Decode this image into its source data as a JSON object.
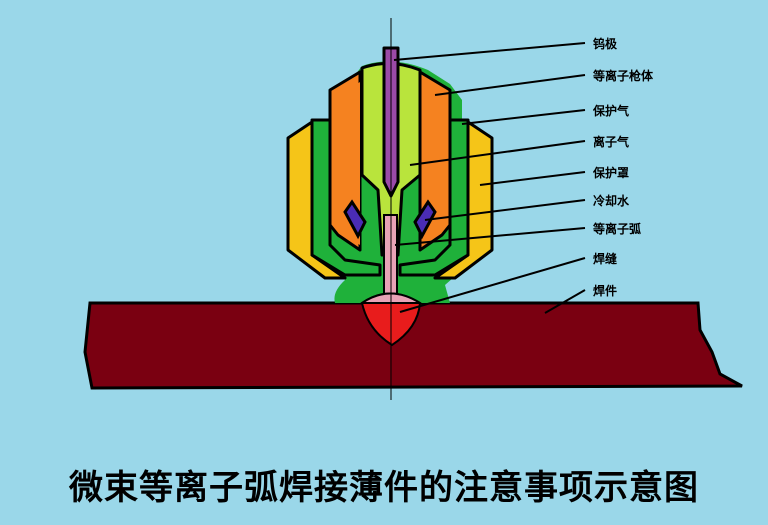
{
  "labels": {
    "tungsten": "钨极",
    "torch_body": "等离子枪体",
    "shield_gas": "保护气",
    "plasma_gas": "离子气",
    "shield_cover": "保护罩",
    "cooling_water": "冷却水",
    "plasma_arc": "等离子弧",
    "weld_seam": "焊缝",
    "workpiece": "焊件"
  },
  "caption": "微束等离子弧焊接薄件的注意事项示意图",
  "colors": {
    "background": "#9ad7e9",
    "workpiece": "#7a0011",
    "weld_seam": "#e81c1c",
    "shield_gas": "#1fb13a",
    "torch_body": "#f58220",
    "plasma_gas": "#b9e43c",
    "shield_cover": "#f5c518",
    "cooling_water": "#4a2cb5",
    "tungsten": "#9b4aa8",
    "plasma_arc": "#e8a3b6"
  }
}
